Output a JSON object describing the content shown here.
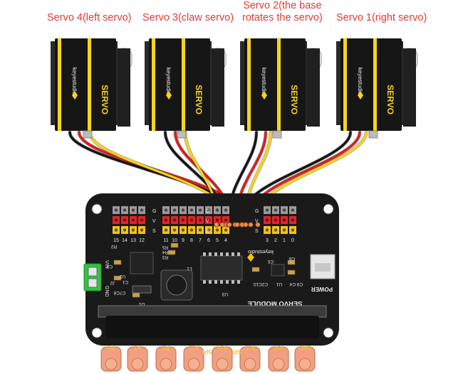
{
  "labels": {
    "servo4": "Servo 4(left servo)",
    "servo3": "Servo 3(claw servo)",
    "servo2_line1": "Servo 2(the base",
    "servo2_line2": "rotates the servo)",
    "servo1": "Servo 1(right servo)"
  },
  "servo": {
    "brand": "keyestudio",
    "model": "SERVO"
  },
  "board": {
    "title": "SERVO MODULE",
    "brand": "keyestudio",
    "header_rows": [
      "G",
      "V",
      "S"
    ],
    "left_header_pins": [
      "15",
      "14",
      "13",
      "12"
    ],
    "middle_header_pins": [
      "11",
      "10",
      "9",
      "8",
      "7",
      "6",
      "5",
      "4"
    ],
    "right_header_pins": [
      "3",
      "2",
      "1",
      "0"
    ],
    "power_label": "POWER",
    "vin_label": "VIN",
    "gnd_label": "GND",
    "components": [
      "C3",
      "U2",
      "J2",
      "C1",
      "C7C8",
      "D1",
      "L1",
      "U3",
      "R3",
      "R4",
      "R5",
      "C5",
      "C6",
      "U1",
      "C2C10",
      "C9 C4",
      "R2"
    ],
    "edge_pins": [
      "P0",
      "P1",
      "P2",
      "P13",
      "SPI",
      "P14",
      "SPI",
      "P15",
      "+3V",
      "GND"
    ]
  },
  "colors": {
    "label": "#e53935",
    "servo_body": "#161616",
    "servo_stripe": "#f7d51b",
    "pcb": "#1a1a1a",
    "pin_red": "#e3242b",
    "pin_yellow": "#f2c21b",
    "pin_gray": "#9a9a9a",
    "wire_red": "#d81e1e",
    "wire_yellow": "#f5d31c",
    "wire_black": "#141414",
    "pad": "#f0a080",
    "terminal": "#35c146"
  }
}
